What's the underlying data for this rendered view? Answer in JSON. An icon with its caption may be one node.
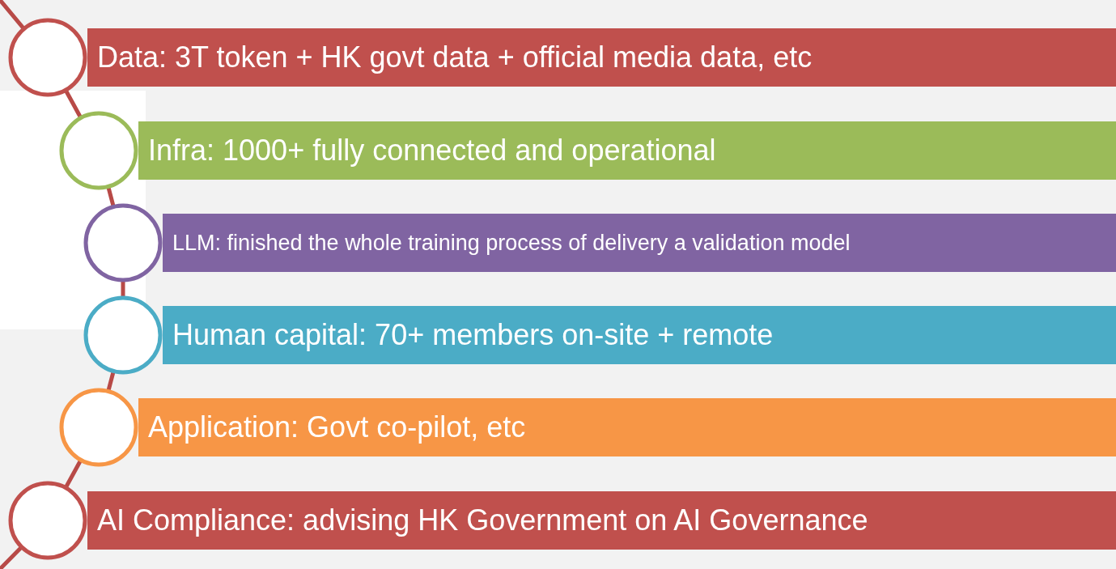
{
  "diagram": {
    "nodes": [
      {
        "text": [
          "Data: 3T token + HK govt data + official media data, etc"
        ]
      },
      {
        "text": [
          "Infra: 1000+ fully connected and operational"
        ]
      },
      {
        "text": [
          "LLM: finished the whole training process of delivery a validation model"
        ]
      },
      {
        "text": [
          "Human capital: 70+ members on-site + remote"
        ]
      },
      {
        "text": [
          "Application: Govt co-pilot, etc"
        ]
      },
      {
        "text": [
          "AI Compliance: advising HK Government on AI Governance"
        ]
      }
    ]
  }
}
